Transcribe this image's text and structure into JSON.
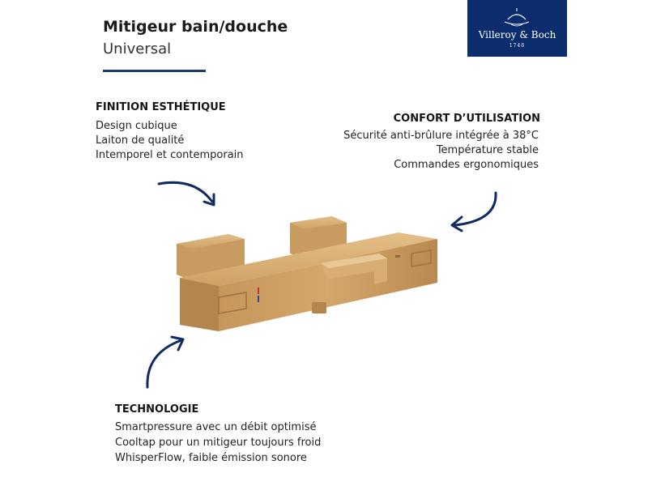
{
  "header": {
    "title": "Mitigeur bain/douche",
    "subtitle": "Universal"
  },
  "logo": {
    "name": "Villeroy & Boch",
    "year": "1748",
    "color": "#0b2d6e"
  },
  "features": {
    "finition": {
      "heading": "FINITION ESTHÉTIQUE",
      "items": [
        "Design cubique",
        "Laiton de qualité",
        "Intemporel et contemporain"
      ]
    },
    "confort": {
      "heading": "CONFORT D’UTILISATION",
      "items": [
        "Sécurité anti-brûlure intégrée à 38°C",
        "Température stable",
        "Commandes ergonomiques"
      ]
    },
    "technologie": {
      "heading": "TECHNOLOGIE",
      "items": [
        "Smartpressure avec un débit optimisé",
        "Cooltap pour un mitigeur toujours froid",
        "WhisperFlow, faible émission sonore"
      ]
    }
  },
  "colors": {
    "accent": "#1f3a6e",
    "product_gold": "#c9985a"
  },
  "icons": [
    "arrow-icon",
    "thermostatic-mixer-image"
  ]
}
